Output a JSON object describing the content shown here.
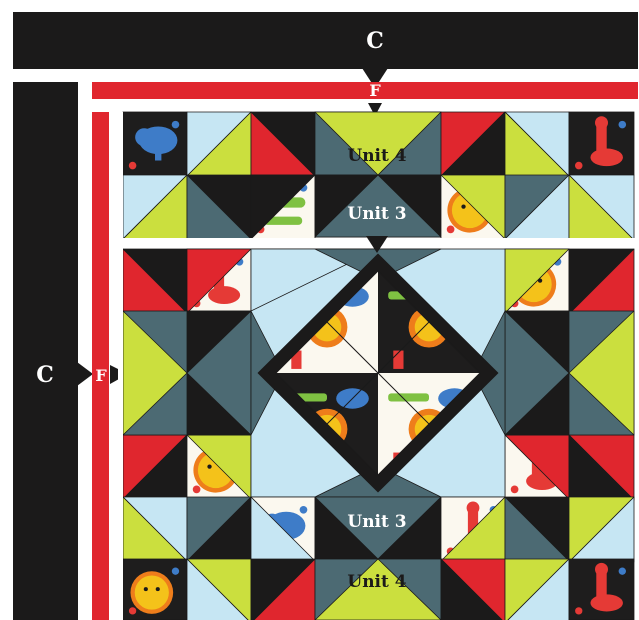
{
  "labels": {
    "border_c": "C",
    "border_f": "F",
    "unit_4": "Unit 4",
    "unit_3": "Unit 3"
  },
  "colors": {
    "black": "#1b1a1a",
    "red": "#e0262e",
    "lime": "#cbdf3e",
    "teal": "#4c6a73",
    "light_blue": "#c6e6f3",
    "white": "#ffffff",
    "fabric_bg": "#fbf8ef",
    "fabric_dark_bg": "#1e1d1d",
    "lion_yellow": "#f4c21a",
    "lion_orange": "#ee7d1b",
    "elephant_blue": "#3e7cc8",
    "croc_green": "#7fc142",
    "giraffe_red": "#e53a36"
  },
  "icons": [
    "arrow-down-icon",
    "arrow-right-icon"
  ]
}
